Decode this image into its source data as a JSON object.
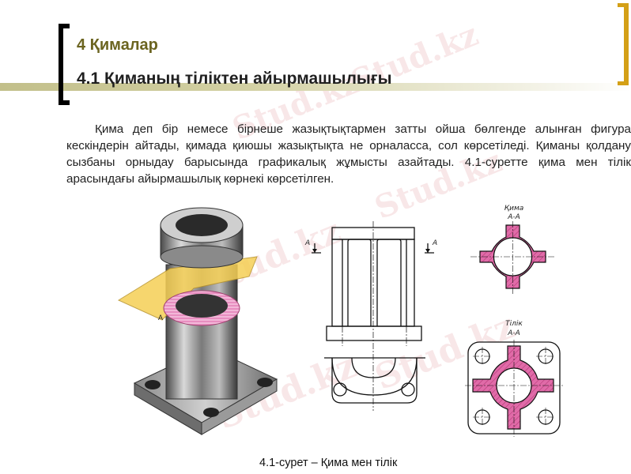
{
  "slide": {
    "heading": "4 Қималар",
    "subheading": "4.1 Қиманың тіліктен айырмашылығы",
    "paragraph": "Қима деп бір немесе бірнеше жазықтықтармен затты ойша бөлгенде алынған фигура кескіндерін айтады, қимада қиюшы жазықтықта не орналасса, сол көрсетіледі. Қиманы қолдану сызбаны орныдау барысында графикалық жұмысты азайтады. 4.1-суретте қима мен тілік арасындағы айырмашылық көрнекі көрсетілген.",
    "caption": "4.1-сурет – Қима мен тілік",
    "colors": {
      "heading": "#6b6420",
      "left_bracket": "#000000",
      "right_bracket": "#d4a017",
      "hatch_fill": "#e06ba8",
      "cutting_plane": "#f2c94c"
    }
  },
  "figure": {
    "section_label_1": "Қима",
    "section_label_1_sub": "А-А",
    "section_label_2": "Тілік",
    "section_label_2_sub": "А-А",
    "plane_mark": "А",
    "arrow_left_label": "А",
    "arrow_right_label": "А"
  },
  "watermarks": [
    "Stud.kz",
    "Stud.kz",
    "Stud.kz",
    "Stud.kz",
    "Stud.kz",
    "Stud.kz"
  ]
}
